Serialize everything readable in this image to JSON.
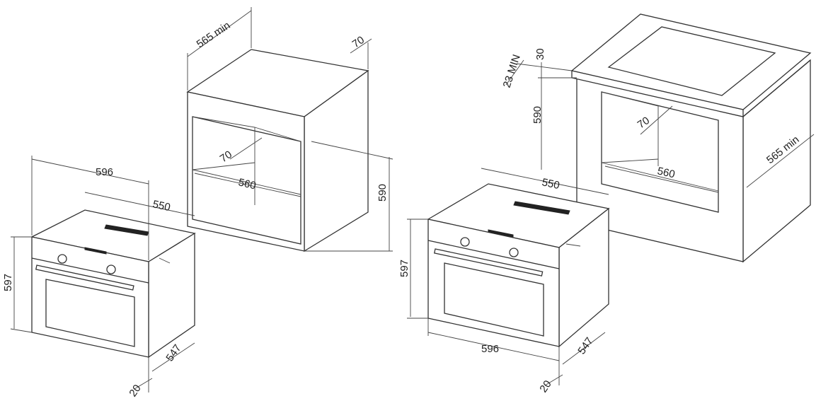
{
  "left_cabinet": {
    "depth_label": "565 min",
    "back_gap_label": "70",
    "opening_depth_label": "70",
    "opening_width_label": "560",
    "opening_height_label": "590"
  },
  "left_oven": {
    "width_label": "596",
    "depth_label": "550",
    "height_label": "597",
    "body_depth_label": "547",
    "front_thickness_label": "20"
  },
  "right_cabinet": {
    "ventilation_label": "23 MIN",
    "top_gap_label": "30",
    "opening_height_label": "590",
    "opening_depth_label": "70",
    "opening_width_label": "560",
    "depth_label": "565 min"
  },
  "right_oven": {
    "depth_label": "550",
    "height_label": "597",
    "width_label": "596",
    "body_depth_label": "547",
    "front_thickness_label": "20"
  }
}
